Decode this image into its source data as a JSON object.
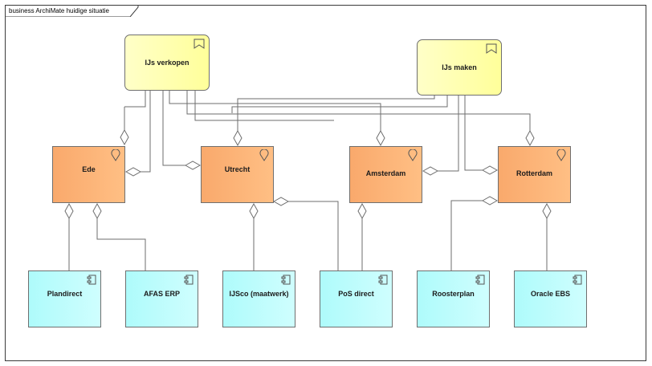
{
  "diagram": {
    "title": "business ArchiMate huidige situatie",
    "processes": [
      {
        "id": "ijs-verkopen",
        "label": "IJs verkopen"
      },
      {
        "id": "ijs-maken",
        "label": "IJs maken"
      }
    ],
    "locations": [
      {
        "id": "ede",
        "label": "Ede"
      },
      {
        "id": "utrecht",
        "label": "Utrecht"
      },
      {
        "id": "amsterdam",
        "label": "Amsterdam"
      },
      {
        "id": "rotterdam",
        "label": "Rotterdam"
      }
    ],
    "components": [
      {
        "id": "plandirect",
        "label": "Plandirect"
      },
      {
        "id": "afas-erp",
        "label": "AFAS ERP"
      },
      {
        "id": "ijsco",
        "label": "IJSco (maatwerk)"
      },
      {
        "id": "pos-direct",
        "label": "PoS direct"
      },
      {
        "id": "roosterplan",
        "label": "Roosterplan"
      },
      {
        "id": "oracle-ebs",
        "label": "Oracle EBS"
      }
    ],
    "icons": {
      "process": "bookmark-icon",
      "location": "location-pin-icon",
      "component": "component-icon"
    }
  }
}
